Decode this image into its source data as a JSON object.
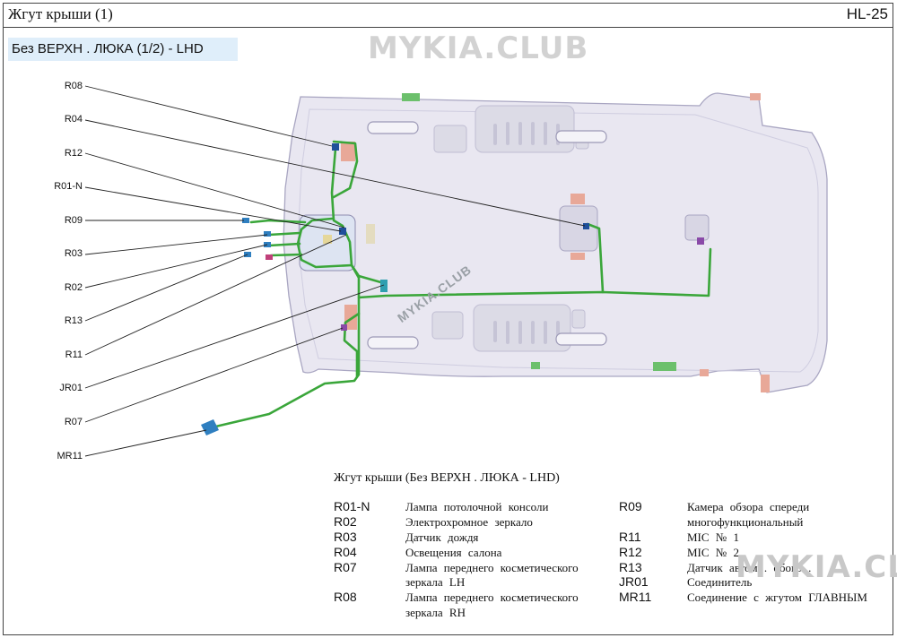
{
  "header": {
    "title": "Жгут крыши   (1)",
    "code": "HL-25"
  },
  "subtitle": "Без  ВЕРХН . ЛЮКА (1/2) - LHD",
  "watermarks": {
    "top": "MYKIA.CLUB",
    "diagonal": "MYKIA.CLUB",
    "bottom": "MYKIA.CLUB"
  },
  "callouts": [
    "R08",
    "R04",
    "R12",
    "R01-N",
    "R09",
    "R03",
    "R02",
    "R13",
    "R11",
    "JR01",
    "R07",
    "MR11"
  ],
  "legend": {
    "title": "Жгут крыши  (Без  ВЕРХН . ЛЮКА - LHD)",
    "left": [
      {
        "code": "R01-N",
        "desc": [
          "Лампа потолочной консоли"
        ]
      },
      {
        "code": "R02",
        "desc": [
          "Электрохромное  зеркало"
        ]
      },
      {
        "code": "R03",
        "desc": [
          "Датчик  дождя"
        ]
      },
      {
        "code": "R04",
        "desc": [
          "Освещения  салона"
        ]
      },
      {
        "code": "R07",
        "desc": [
          "Лампа  переднего  косметического",
          "зеркала  LH"
        ]
      },
      {
        "code": "R08",
        "desc": [
          "Лампа  переднего  косметического",
          "зеркала  RH"
        ]
      }
    ],
    "right": [
      {
        "code": "R09",
        "desc": [
          "Камера  обзора  спереди",
          "многофункциональный"
        ]
      },
      {
        "code": "R11",
        "desc": [
          "MIC № 1"
        ]
      },
      {
        "code": "R12",
        "desc": [
          "MIC № 2"
        ]
      },
      {
        "code": "R13",
        "desc": [
          "Датчик  автом . обогр ."
        ]
      },
      {
        "code": "JR01",
        "desc": [
          "Соединитель"
        ]
      },
      {
        "code": "MR11",
        "desc": [
          "Соединение  с жгутом  ГЛАВНЫМ"
        ]
      }
    ]
  },
  "colors": {
    "harness": "#3aa63a",
    "headliner": "#e9e7f1",
    "headliner_edge": "#a9a6c2",
    "subtitle_bg": "#dfeefa",
    "clip_green": "#6cc06c",
    "clip_pink": "#e8a898",
    "connector_blue": "#2f7fc0"
  }
}
